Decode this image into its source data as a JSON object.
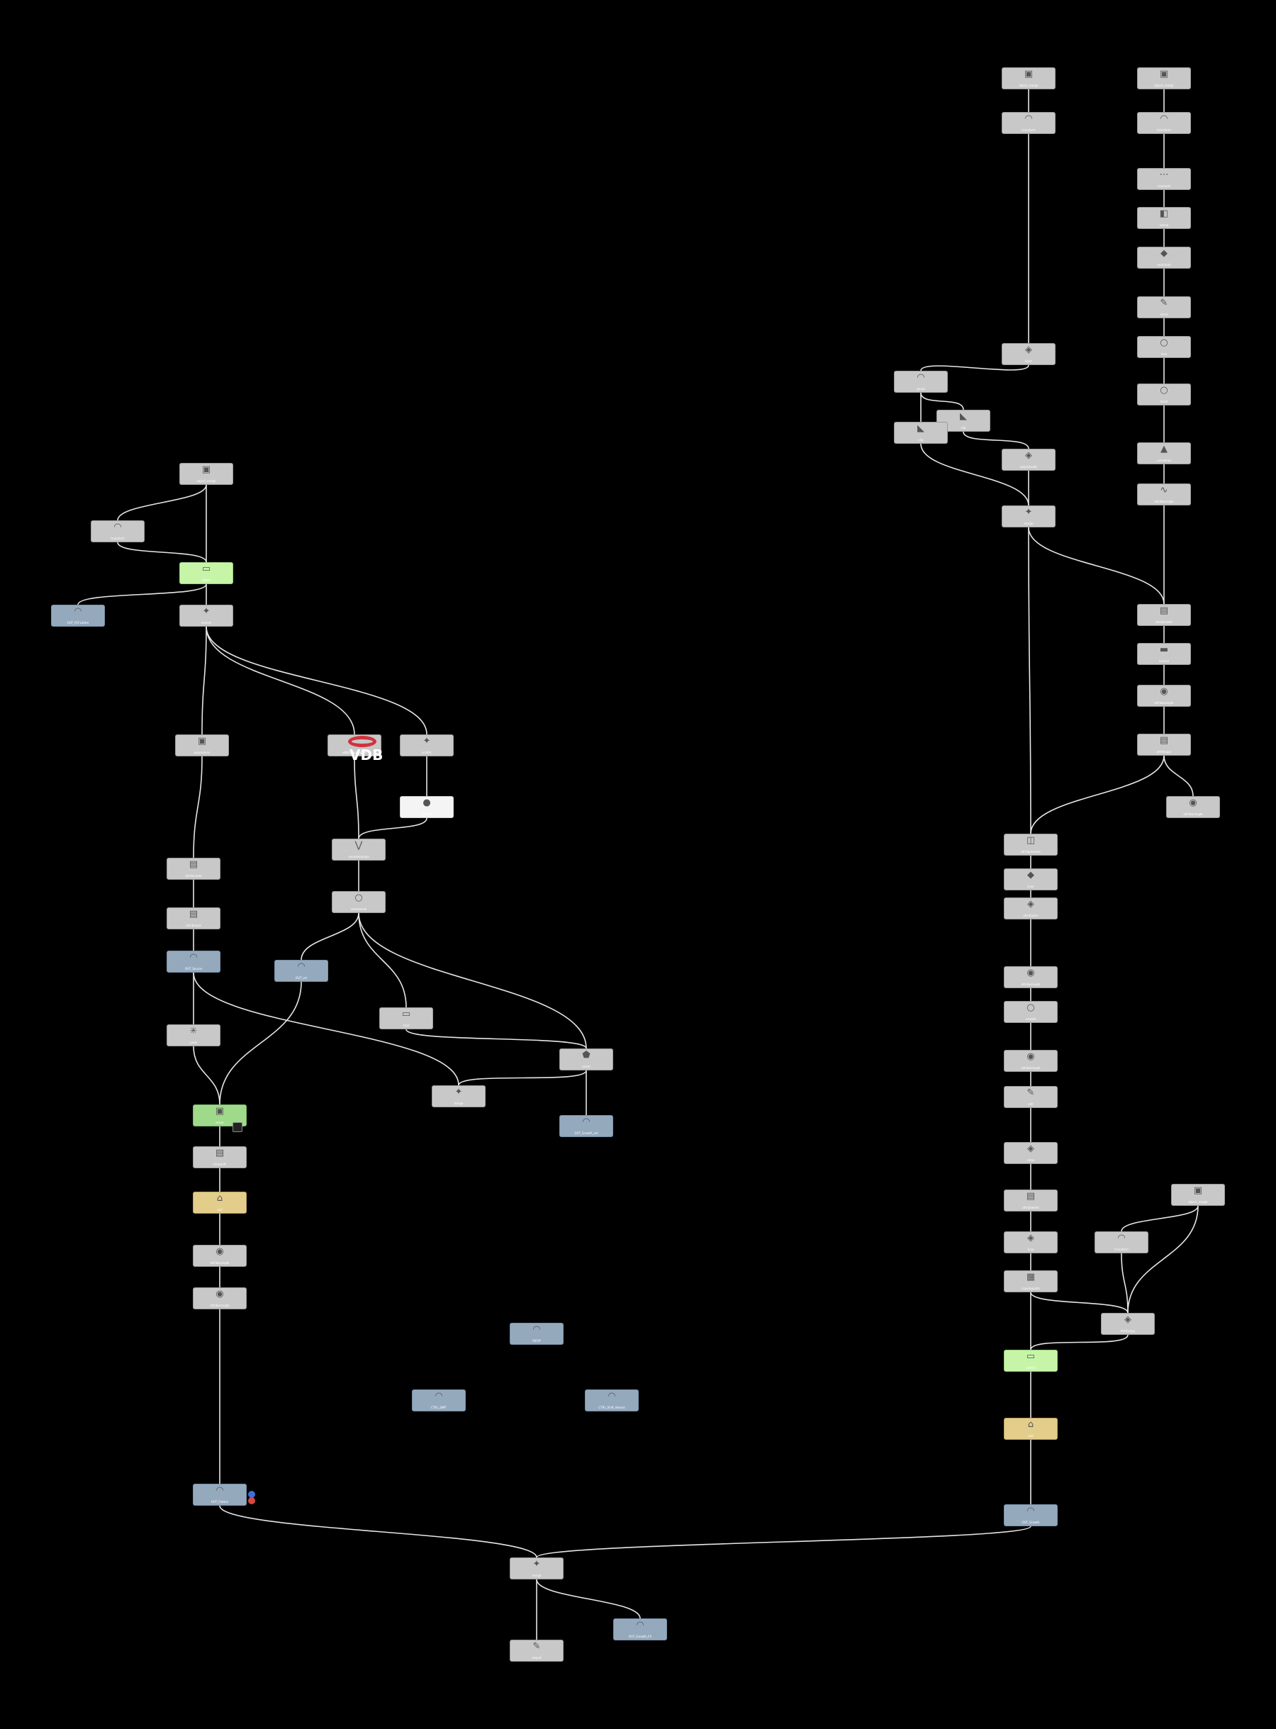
{
  "nodes": [
    {
      "key": "R1a",
      "icon": "file-icon",
      "label": "object_merge",
      "style": "",
      "glyph": "▣"
    },
    {
      "key": "R1b",
      "icon": "transform-icon",
      "label": "transform",
      "style": "",
      "glyph": "◠"
    },
    {
      "key": "R1c",
      "icon": "blast-icon",
      "label": "blast",
      "style": "",
      "glyph": "◈"
    },
    {
      "key": "R1d",
      "icon": "group-icon",
      "label": "group",
      "style": "",
      "glyph": "◠"
    },
    {
      "key": "R1e",
      "icon": "clip-icon",
      "label": "clip",
      "style": "",
      "glyph": "◣"
    },
    {
      "key": "R1f",
      "icon": "clip-icon",
      "label": "clip",
      "style": "",
      "glyph": "◣"
    },
    {
      "key": "R1g",
      "icon": "polyextrude-icon",
      "label": "polyextrude",
      "style": "",
      "glyph": "◈"
    },
    {
      "key": "R1h",
      "icon": "merge-icon",
      "label": "merge",
      "style": "",
      "glyph": "✦"
    },
    {
      "key": "R2a",
      "icon": "file-icon",
      "label": "object_merge",
      "style": "",
      "glyph": "▣"
    },
    {
      "key": "R2b",
      "icon": "transform-icon",
      "label": "transform",
      "style": "",
      "glyph": "◠"
    },
    {
      "key": "R2c",
      "icon": "resample-icon",
      "label": "resample",
      "style": "",
      "glyph": "⋯"
    },
    {
      "key": "R2d",
      "icon": "sweep-icon",
      "label": "sweep",
      "style": "",
      "glyph": "◧"
    },
    {
      "key": "R2e",
      "icon": "rock-icon",
      "label": "mountain",
      "style": "",
      "glyph": "◆"
    },
    {
      "key": "R2f",
      "icon": "pin-icon",
      "label": "carve",
      "style": "",
      "glyph": "✎"
    },
    {
      "key": "R2g",
      "icon": "ring-icon",
      "label": "fuse",
      "style": "",
      "glyph": "○"
    },
    {
      "key": "R2h",
      "icon": "ring-icon",
      "label": "facet",
      "style": "",
      "glyph": "○"
    },
    {
      "key": "R2i",
      "icon": "terrain-icon",
      "label": "uvunwrap",
      "style": "",
      "glyph": "▲"
    },
    {
      "key": "R2j",
      "icon": "wave-icon",
      "label": "attribwrangle",
      "style": "",
      "glyph": "∿"
    },
    {
      "key": "R2k",
      "icon": "box-icon",
      "label": "attribcreate",
      "style": "",
      "glyph": "▤"
    },
    {
      "key": "R2l",
      "icon": "chat-icon",
      "label": "normal",
      "style": "",
      "glyph": "▬"
    },
    {
      "key": "R2m",
      "icon": "python-icon",
      "label": "attribwrangle",
      "style": "",
      "glyph": "◉"
    },
    {
      "key": "R2n",
      "icon": "box-icon",
      "label": "attribcopy",
      "style": "",
      "glyph": "▤"
    },
    {
      "key": "R2o",
      "icon": "python-icon",
      "label": "attribwrangle",
      "style": "",
      "glyph": "◉"
    },
    {
      "key": "R3a",
      "icon": "cup-icon",
      "label": "attribpromote",
      "style": "",
      "glyph": "◫"
    },
    {
      "key": "R3b",
      "icon": "orange-icon",
      "label": "color",
      "style": "",
      "glyph": "◆"
    },
    {
      "key": "R3c",
      "icon": "scatter-icon",
      "label": "attribnoise",
      "style": "",
      "glyph": "◈"
    },
    {
      "key": "R3d",
      "icon": "python-icon",
      "label": "attribwrangle",
      "style": "",
      "glyph": "◉"
    },
    {
      "key": "R3e",
      "icon": "ring-icon",
      "label": "smooth",
      "style": "",
      "glyph": "○"
    },
    {
      "key": "R3f",
      "icon": "python-icon",
      "label": "attribwrangle",
      "style": "",
      "glyph": "◉"
    },
    {
      "key": "R3g",
      "icon": "pencil-icon",
      "label": "edit",
      "style": "",
      "glyph": "✎"
    },
    {
      "key": "R3h",
      "icon": "scatter-icon",
      "label": "clean",
      "style": "",
      "glyph": "◈"
    },
    {
      "key": "R3i",
      "icon": "box-icon",
      "label": "attribdelete",
      "style": "",
      "glyph": "▤"
    },
    {
      "key": "R3j",
      "icon": "scatter-icon",
      "label": "fuse",
      "style": "",
      "glyph": "◈"
    },
    {
      "key": "R3k",
      "icon": "grid-icon",
      "label": "copytopoints",
      "style": "",
      "glyph": "▦"
    },
    {
      "key": "R3l",
      "icon": "file-icon",
      "label": "object_merge",
      "style": "",
      "glyph": "▣"
    },
    {
      "key": "R3m",
      "icon": "transform-icon",
      "label": "transform",
      "style": "",
      "glyph": "◠"
    },
    {
      "key": "R3n",
      "icon": "scatter-icon",
      "label": "attribcopy",
      "style": "",
      "glyph": "◈"
    },
    {
      "key": "R3o",
      "icon": "switch-icon",
      "label": "switch",
      "style": "green",
      "glyph": "▭"
    },
    {
      "key": "R3p",
      "icon": "null-icon",
      "label": "null",
      "style": "tan",
      "glyph": "⌂"
    },
    {
      "key": "R3q",
      "icon": "out-icon",
      "label": "OUT_Growth",
      "style": "blue",
      "glyph": "◠"
    },
    {
      "key": "L1a",
      "icon": "file-icon",
      "label": "object_merge",
      "style": "",
      "glyph": "▣"
    },
    {
      "key": "L1b",
      "icon": "transform-icon",
      "label": "transform",
      "style": "",
      "glyph": "◠"
    },
    {
      "key": "L1c",
      "icon": "switch-icon",
      "label": "switch",
      "style": "green",
      "glyph": "▭"
    },
    {
      "key": "L1d",
      "icon": "out-icon",
      "label": "OUT_PCFLatten",
      "style": "blue",
      "glyph": "◠"
    },
    {
      "key": "L1e",
      "icon": "scatter-icon",
      "label": "remesh",
      "style": "",
      "glyph": "✦"
    },
    {
      "key": "L2a",
      "icon": "polyreduce-icon",
      "label": "polyreduce",
      "style": "",
      "glyph": "▣"
    },
    {
      "key": "L2b",
      "icon": "vdb-icon",
      "label": "vdbfrompolygons",
      "style": "",
      "glyph": ""
    },
    {
      "key": "L2c",
      "icon": "scatter-icon",
      "label": "scatter",
      "style": "",
      "glyph": "✦"
    },
    {
      "key": "L2d",
      "icon": "sphere-icon",
      "label": "sphere",
      "style": "white",
      "glyph": "●"
    },
    {
      "key": "L2e",
      "icon": "volume-icon",
      "label": "volumesample",
      "style": "",
      "glyph": "⋁"
    },
    {
      "key": "L2f",
      "icon": "ring-icon",
      "label": "volumetrail",
      "style": "",
      "glyph": "○"
    },
    {
      "key": "L3a",
      "icon": "box-icon",
      "label": "attribcreate",
      "style": "",
      "glyph": "▤"
    },
    {
      "key": "L3b",
      "icon": "box-icon",
      "label": "attribnoise",
      "style": "",
      "glyph": "▤"
    },
    {
      "key": "L3c",
      "icon": "out-icon",
      "label": "OUT_Source",
      "style": "blue",
      "glyph": "◠"
    },
    {
      "key": "L3d",
      "icon": "out-icon",
      "label": "OUT_vel",
      "style": "blue",
      "glyph": "◠"
    },
    {
      "key": "L3e",
      "icon": "sparkle-icon",
      "label": "peak",
      "style": "",
      "glyph": "✳"
    },
    {
      "key": "L3f",
      "icon": "trail-icon",
      "label": "trail",
      "style": "",
      "glyph": "▭"
    },
    {
      "key": "L3g",
      "icon": "solver-icon",
      "label": "solver",
      "style": "",
      "glyph": "⬟"
    },
    {
      "key": "L3h",
      "icon": "merge-icon",
      "label": "merge",
      "style": "",
      "glyph": "✦"
    },
    {
      "key": "L3i",
      "icon": "out-icon",
      "label": "OUT_Growth_vel",
      "style": "blue",
      "glyph": "◠"
    },
    {
      "key": "L4a",
      "icon": "monitor-icon",
      "label": "solver",
      "style": "dkgreen",
      "glyph": "▣"
    },
    {
      "key": "L4b",
      "icon": "box-icon",
      "label": "timeshift",
      "style": "",
      "glyph": "▤"
    },
    {
      "key": "L4c",
      "icon": "null-icon",
      "label": "null",
      "style": "tan",
      "glyph": "⌂"
    },
    {
      "key": "L4d",
      "icon": "python-icon",
      "label": "attribwrangle",
      "style": "",
      "glyph": "◉"
    },
    {
      "key": "L4e",
      "icon": "python-icon",
      "label": "attribwrangle",
      "style": "",
      "glyph": "◉"
    },
    {
      "key": "L4f",
      "icon": "out-icon",
      "label": "OUT_Flatten",
      "style": "blue",
      "glyph": "◠"
    },
    {
      "key": "M1",
      "icon": "out-icon",
      "label": "RECIP",
      "style": "blue",
      "glyph": "◠"
    },
    {
      "key": "M2",
      "icon": "out-icon",
      "label": "CTRL_SIMT",
      "style": "blue",
      "glyph": "◠"
    },
    {
      "key": "M3",
      "icon": "out-icon",
      "label": "CTRL_Shift_Advect",
      "style": "blue",
      "glyph": "◠"
    },
    {
      "key": "B1",
      "icon": "merge-icon",
      "label": "merge",
      "style": "",
      "glyph": "✦"
    },
    {
      "key": "B2",
      "icon": "pin-icon",
      "label": "output",
      "style": "",
      "glyph": "✎"
    },
    {
      "key": "B3",
      "icon": "out-icon",
      "label": "OUT_Growth_FX",
      "style": "blue",
      "glyph": "◠"
    }
  ],
  "vdb_text": "VDB",
  "flags": {
    "display_color": "#d94545",
    "render_color": "#3e6fd8"
  }
}
